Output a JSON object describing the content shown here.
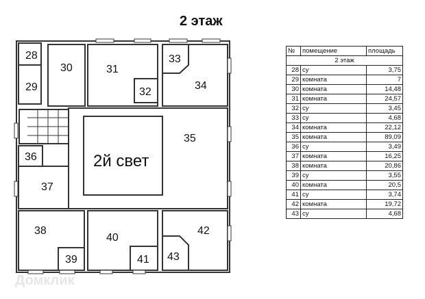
{
  "title": "2 этаж",
  "plan": {
    "center_label": "2й свет",
    "rooms": [
      "28",
      "29",
      "30",
      "31",
      "32",
      "33",
      "34",
      "35",
      "36",
      "37",
      "38",
      "39",
      "40",
      "41",
      "42",
      "43"
    ]
  },
  "table": {
    "headers": [
      "№",
      "помещение",
      "площадь"
    ],
    "section": "2 этаж",
    "rows": [
      {
        "n": "28",
        "name": "су",
        "area": "3,75"
      },
      {
        "n": "29",
        "name": "комната",
        "area": "7"
      },
      {
        "n": "30",
        "name": "комната",
        "area": "14,48"
      },
      {
        "n": "31",
        "name": "комната",
        "area": "24,57"
      },
      {
        "n": "32",
        "name": "су",
        "area": "3,45"
      },
      {
        "n": "33",
        "name": "су",
        "area": "4,68"
      },
      {
        "n": "34",
        "name": "комната",
        "area": "22,12"
      },
      {
        "n": "35",
        "name": "комната",
        "area": "89,09"
      },
      {
        "n": "36",
        "name": "су",
        "area": "3,49"
      },
      {
        "n": "37",
        "name": "комната",
        "area": "16,25"
      },
      {
        "n": "38",
        "name": "комната",
        "area": "20,86"
      },
      {
        "n": "39",
        "name": "су",
        "area": "3,55"
      },
      {
        "n": "40",
        "name": "комната",
        "area": "20,5"
      },
      {
        "n": "41",
        "name": "су",
        "area": "3,74"
      },
      {
        "n": "42",
        "name": "комната",
        "area": "19,72"
      },
      {
        "n": "43",
        "name": "су",
        "area": "4,68"
      }
    ]
  },
  "watermark": "Домклик"
}
